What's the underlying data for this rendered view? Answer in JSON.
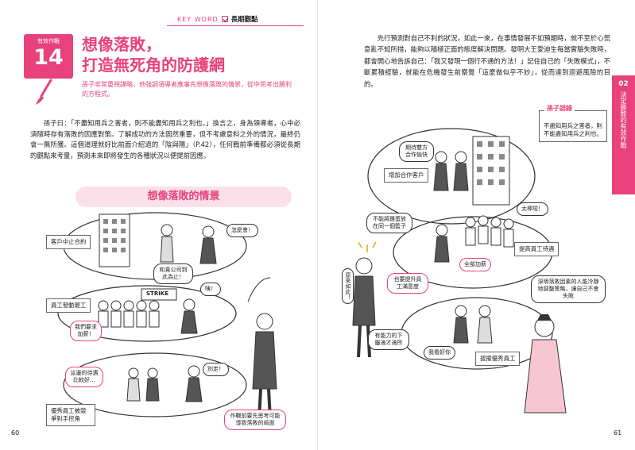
{
  "header": {
    "keyword": "KEY WORD",
    "subtitle": "長期觀點"
  },
  "badge": {
    "tag": "有效作戰",
    "number": "14"
  },
  "title": {
    "line1": "想像落敗，",
    "line2": "打造無死角的防護網"
  },
  "lead": "孫子非常重視謀略，他強調領導者應事先想像落敗的情景，從中思考出勝利的方程式。",
  "body_left": "孫子曰：「不盡知用兵之害者，則不能盡知用兵之利也。」換言之，身為領導者，心中必須隨時存有落敗的因應對策。了解成功的方法固然重要，但不考慮意料之外的情況，最終仍會一無所獲。這個道理就好比前面介紹過的「陰與陽」（P.42），任何戰前準備都必須從長期的觀點來考量，預測未來即將發生的各種狀況以便提前因應。",
  "section_title": "想像落敗的情景",
  "left_labels": {
    "label1": "客戶中止合約",
    "label2": "員工發動罷工",
    "label3": "優秀員工被競爭對手挖角"
  },
  "left_bubbles": {
    "b1": "怎麼會！",
    "b2": "和貴公司到此為止！",
    "b3": "咦！",
    "b4": "我們要求加薪！",
    "b5": "STRIKE",
    "b6": "這邊的待遇比較好…",
    "b7": "別走！",
    "b8": "作戰前要先思考可能導致落敗的局面"
  },
  "body_right": "先行預測對自己不利的狀況，如此一來，在事情發展不如預期時，就不至於心慌意亂不知所措，能夠以積極正面的態度解決問題。發明大王愛迪生每當實驗失敗時，都會開心地告訴自己：「我又發現一個行不通的方法！」記住自己的「失敗模式」，不斷累積經驗，就能在危機發生前察覺「這麼做似乎不妙」，從而達到迴避風險的目的。",
  "tab": {
    "number": "02",
    "text": "決定勝敗的有效作戰"
  },
  "sunzi": {
    "heading": "孫子語錄",
    "quote": "不盡知用兵之害者，則不能盡知用兵之利也。"
  },
  "right_labels": {
    "label1": "增加合作客戶",
    "label2": "提高員工待遇",
    "label3": "拔擢優秀員工"
  },
  "right_bubbles": {
    "b1": "期待雙方合作愉快",
    "b2": "不能將雞蛋放在同一個籃子",
    "b3": "太棒啦！",
    "b4": "全部加薪",
    "b5": "也要提升員工滿意度",
    "b6": "原來如此！",
    "b7": "有能力的下屬適才適所",
    "b8": "我看好你",
    "b9": "深明落敗因素的人能冷靜地調整策略，讓自己不會失敗"
  },
  "page_numbers": {
    "left": "60",
    "right": "61"
  }
}
